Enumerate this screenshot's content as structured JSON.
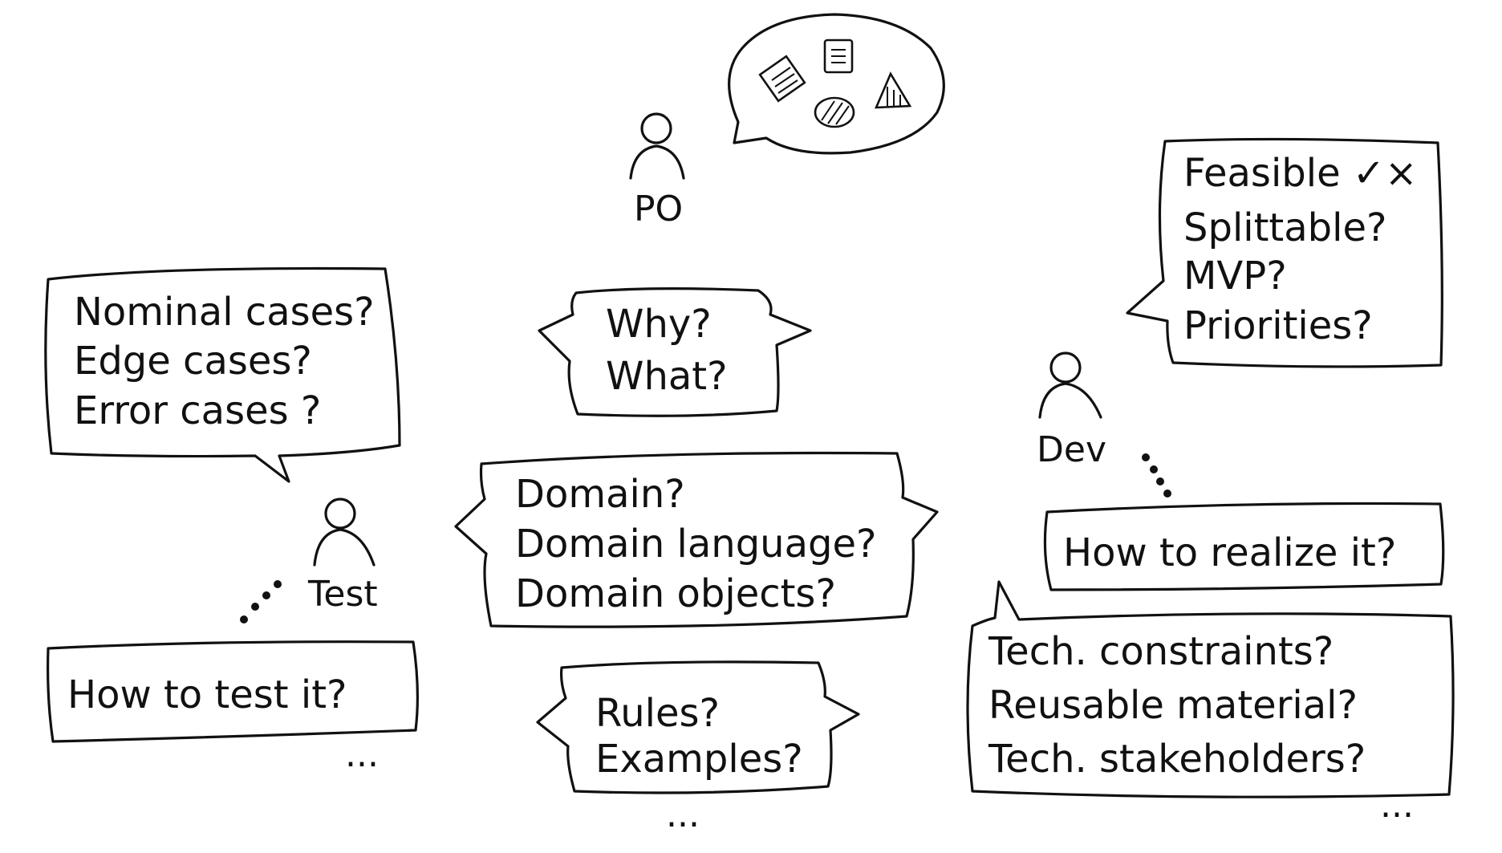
{
  "roles": {
    "po": "PO",
    "dev": "Dev",
    "test": "Test"
  },
  "bubbles": {
    "test_questions": [
      "Nominal cases?",
      "Edge cases?",
      "Error cases ?"
    ],
    "test_how": "How to test it?",
    "center_why_what": [
      "Why?",
      "What?"
    ],
    "center_domain": [
      "Domain?",
      "Domain language?",
      "Domain objects?"
    ],
    "center_rules": [
      "Rules?",
      "Examples?"
    ],
    "dev_questions": [
      "Feasible ✓×",
      "Splittable?",
      "MVP?",
      "Priorities?"
    ],
    "dev_how": "How to realize it?",
    "dev_tech": [
      "Tech. constraints?",
      "Reusable material?",
      "Tech. stakeholders?"
    ]
  },
  "ellipses": {
    "test": "...",
    "center": "...",
    "dev": "..."
  },
  "icons": [
    "document-icon",
    "lined-card-icon",
    "hatched-circle-icon",
    "hatched-triangle-icon"
  ]
}
